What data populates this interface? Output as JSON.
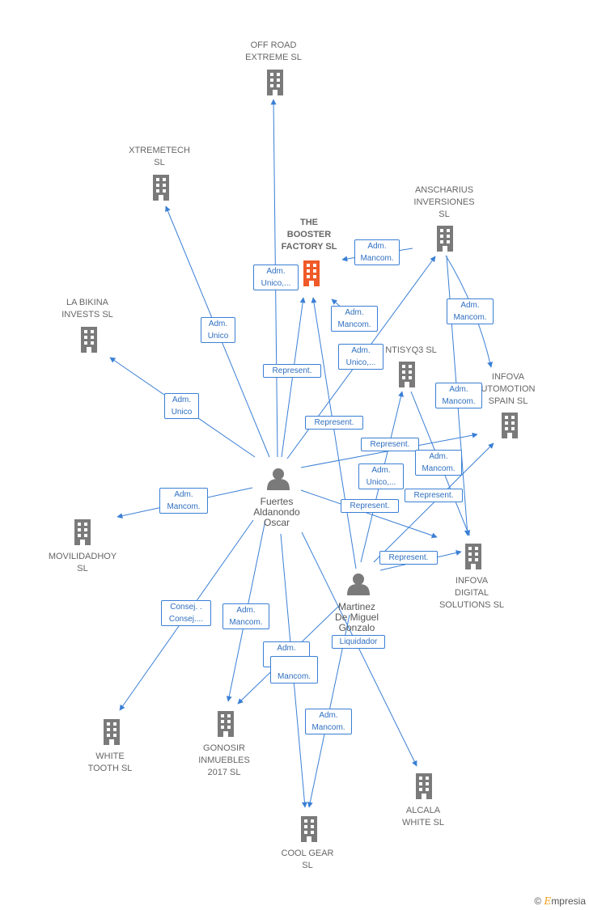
{
  "colors": {
    "edge": "#3a7fd5",
    "building": "#7a7a7a",
    "highlight": "#f05a28",
    "person": "#7a7a7a"
  },
  "nodes": {
    "offroad": {
      "label": "OFF ROAD\nEXTREME  SL",
      "icon": "building-icon"
    },
    "xtremetech": {
      "label": "XTREMETECH\nSL",
      "icon": "building-icon"
    },
    "booster": {
      "label": "THE\nBOOSTER\nFACTORY  SL",
      "icon": "building-icon"
    },
    "anscharius": {
      "label": "ANSCHARIUS\nINVERSIONES\nSL",
      "icon": "building-icon"
    },
    "bikina": {
      "label": "LA BIKINA\nINVESTS  SL",
      "icon": "building-icon"
    },
    "ntisyq3": {
      "label": "NTISYQ3  SL",
      "icon": "building-icon"
    },
    "infova_auto": {
      "label": "INFOVA\nUTOMOTION\nSPAIN SL",
      "icon": "building-icon"
    },
    "fuertes": {
      "label": "Fuertes\nAldanondo\nOscar",
      "icon": "person-icon"
    },
    "movilidad": {
      "label": "MOVILIDADHOY\nSL",
      "icon": "building-icon"
    },
    "infova_dig": {
      "label": "INFOVA\nDIGITAL\nSOLUTIONS  SL",
      "icon": "building-icon"
    },
    "martinez": {
      "label": "Martinez\nDe Miguel\nGonzalo",
      "icon": "person-icon"
    },
    "white": {
      "label": "WHITE\nTOOTH SL",
      "icon": "building-icon"
    },
    "gonosir": {
      "label": "GONOSIR\nINMUEBLES\n2017  SL",
      "icon": "building-icon"
    },
    "alcala": {
      "label": "ALCALA\nWHITE SL",
      "icon": "building-icon"
    },
    "coolgear": {
      "label": "COOL GEAR\nSL",
      "icon": "building-icon"
    }
  },
  "edge_labels": [
    "Adm.\nMancom.",
    "Adm.\nUnico,...",
    "Adm.\nMancom.",
    "Adm.\nUnico,...",
    "Adm.\nMancom.",
    "Adm.\nUnico",
    "Represent.",
    "Adm.\nUnico",
    "Represent.",
    "Adm.\nMancom.",
    "Represent.",
    "Adm.\nMancom.",
    "Adm.\nUnico,...",
    "Represent.",
    "Adm.\nMancom.",
    "Represent.",
    "Represent.",
    "Consej. .\nConsej....",
    "Adm.\nMancom.",
    "Adm.\nMancom.",
    "Mancom.",
    "Liquidador",
    "Adm.\nMancom."
  ],
  "copyright": {
    "symbol": "©",
    "brand_first": "E",
    "brand_rest": "mpresia"
  }
}
